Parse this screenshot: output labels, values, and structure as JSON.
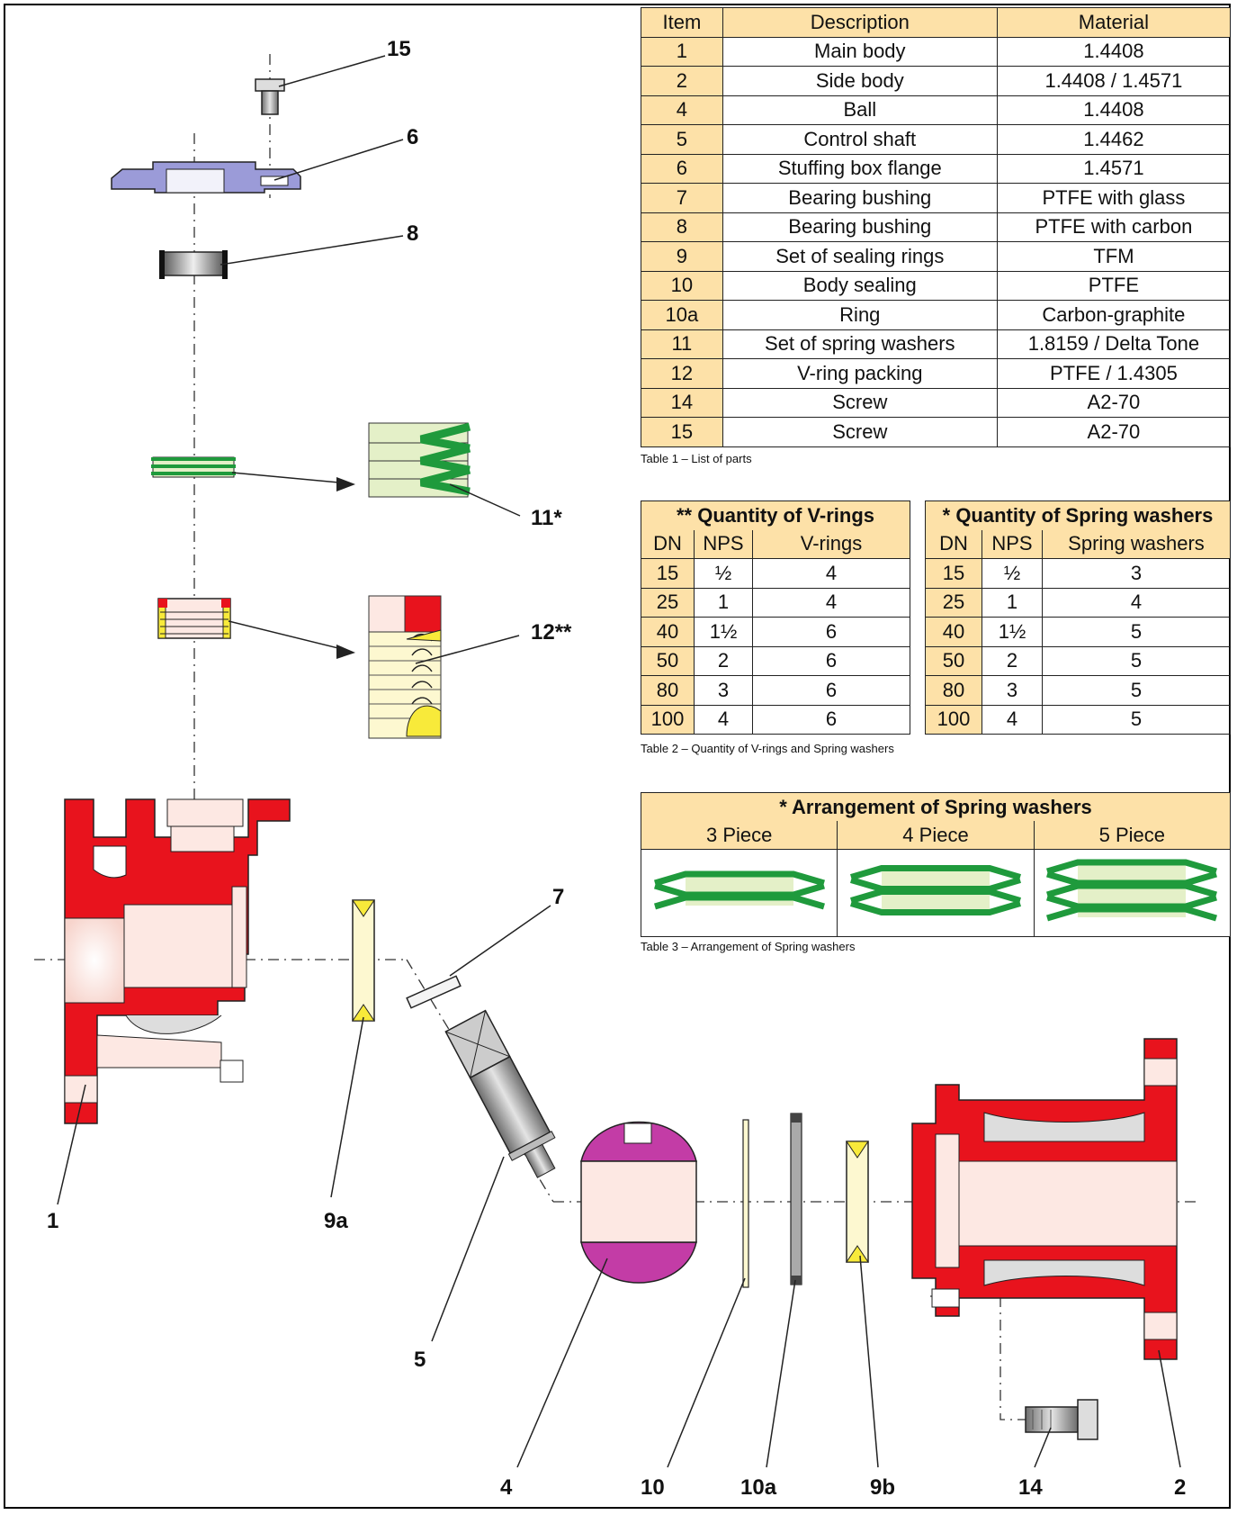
{
  "parts_table": {
    "headers": [
      "Item",
      "Description",
      "Material"
    ],
    "rows": [
      [
        "1",
        "Main body",
        "1.4408"
      ],
      [
        "2",
        "Side body",
        "1.4408 / 1.4571"
      ],
      [
        "4",
        "Ball",
        "1.4408"
      ],
      [
        "5",
        "Control shaft",
        "1.4462"
      ],
      [
        "6",
        "Stuffing box flange",
        "1.4571"
      ],
      [
        "7",
        "Bearing bushing",
        "PTFE with glass"
      ],
      [
        "8",
        "Bearing bushing",
        "PTFE with carbon"
      ],
      [
        "9",
        "Set of sealing rings",
        "TFM"
      ],
      [
        "10",
        "Body sealing",
        "PTFE"
      ],
      [
        "10a",
        "Ring",
        "Carbon-graphite"
      ],
      [
        "11",
        "Set of spring washers",
        "1.8159 / Delta Tone"
      ],
      [
        "12",
        "V-ring packing",
        "PTFE / 1.4305"
      ],
      [
        "14",
        "Screw",
        "A2-70"
      ],
      [
        "15",
        "Screw",
        "A2-70"
      ]
    ],
    "caption": "Table 1 – List of parts"
  },
  "vrings_table": {
    "title": "** Quantity of V-rings",
    "headers": [
      "DN",
      "NPS",
      "V-rings"
    ],
    "rows": [
      [
        "15",
        "½",
        "4"
      ],
      [
        "25",
        "1",
        "4"
      ],
      [
        "40",
        "1½",
        "6"
      ],
      [
        "50",
        "2",
        "6"
      ],
      [
        "80",
        "3",
        "6"
      ],
      [
        "100",
        "4",
        "6"
      ]
    ]
  },
  "washers_table": {
    "title": "* Quantity of Spring washers",
    "headers": [
      "DN",
      "NPS",
      "Spring washers"
    ],
    "rows": [
      [
        "15",
        "½",
        "3"
      ],
      [
        "25",
        "1",
        "4"
      ],
      [
        "40",
        "1½",
        "5"
      ],
      [
        "50",
        "2",
        "5"
      ],
      [
        "80",
        "3",
        "5"
      ],
      [
        "100",
        "4",
        "5"
      ]
    ]
  },
  "table2_caption": "Table 2 – Quantity of V-rings and Spring washers",
  "arrangement_table": {
    "title": "* Arrangement of Spring washers",
    "headers": [
      "3 Piece",
      "4 Piece",
      "5 Piece"
    ],
    "pieces": [
      3,
      4,
      5
    ],
    "caption": "Table 3 – Arrangement of Spring washers"
  },
  "callouts": {
    "c15": "15",
    "c6": "6",
    "c8": "8",
    "c11": "11*",
    "c12": "12**",
    "c7": "7",
    "c1": "1",
    "c9a": "9a",
    "c5": "5",
    "c4": "4",
    "c10": "10",
    "c10a": "10a",
    "c9b": "9b",
    "c14": "14",
    "c2": "2"
  },
  "colors": {
    "body_red": "#e8131d",
    "body_light": "#fde8e3",
    "washer_green": "#1f9a3c",
    "washer_light": "#e4f0c8",
    "vring_yellow": "#f8ea3a",
    "vring_light": "#fdf8d0",
    "flange_violet": "#9b9bd8",
    "ball_magenta": "#c33ca6",
    "shaft_gray": "#8a8a8a",
    "table_header": "#fde1a8"
  }
}
